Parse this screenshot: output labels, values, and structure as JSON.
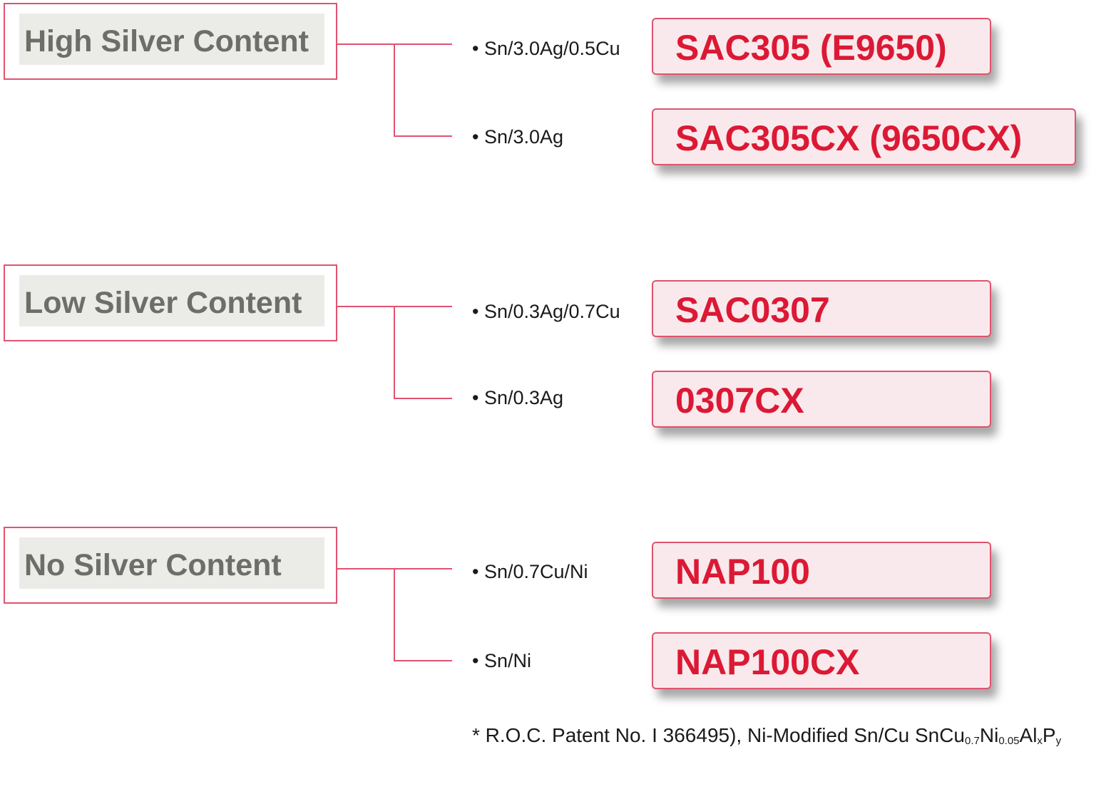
{
  "categories": [
    {
      "label": "High Silver Content",
      "items": [
        {
          "composition": "• Sn/3.0Ag/0.5Cu",
          "product": "SAC305 (E9650)"
        },
        {
          "composition": "• Sn/3.0Ag",
          "product": "SAC305CX (9650CX)"
        }
      ]
    },
    {
      "label": "Low Silver Content",
      "items": [
        {
          "composition": "• Sn/0.3Ag/0.7Cu",
          "product": "SAC0307"
        },
        {
          "composition": "• Sn/0.3Ag",
          "product": "0307CX"
        }
      ]
    },
    {
      "label": "No Silver Content",
      "items": [
        {
          "composition": "• Sn/0.7Cu/Ni",
          "product": "NAP100"
        },
        {
          "composition": "• Sn/Ni",
          "product": "NAP100CX"
        }
      ]
    }
  ],
  "footnote": {
    "text": "* R.O.C. Patent No. I  366495), Ni-Modified Sn/Cu SnCu",
    "sub1": "0.7",
    "ni": "Ni",
    "sub2": "0.05",
    "al": "Al",
    "sub3": "x",
    "p": "P",
    "sub4": "y"
  },
  "colors": {
    "accent_line": "#e0536f",
    "product_text": "#dc1935",
    "product_fill": "#f9e9ec",
    "category_text": "#6d6e6a",
    "category_fill": "#ebebe8"
  }
}
